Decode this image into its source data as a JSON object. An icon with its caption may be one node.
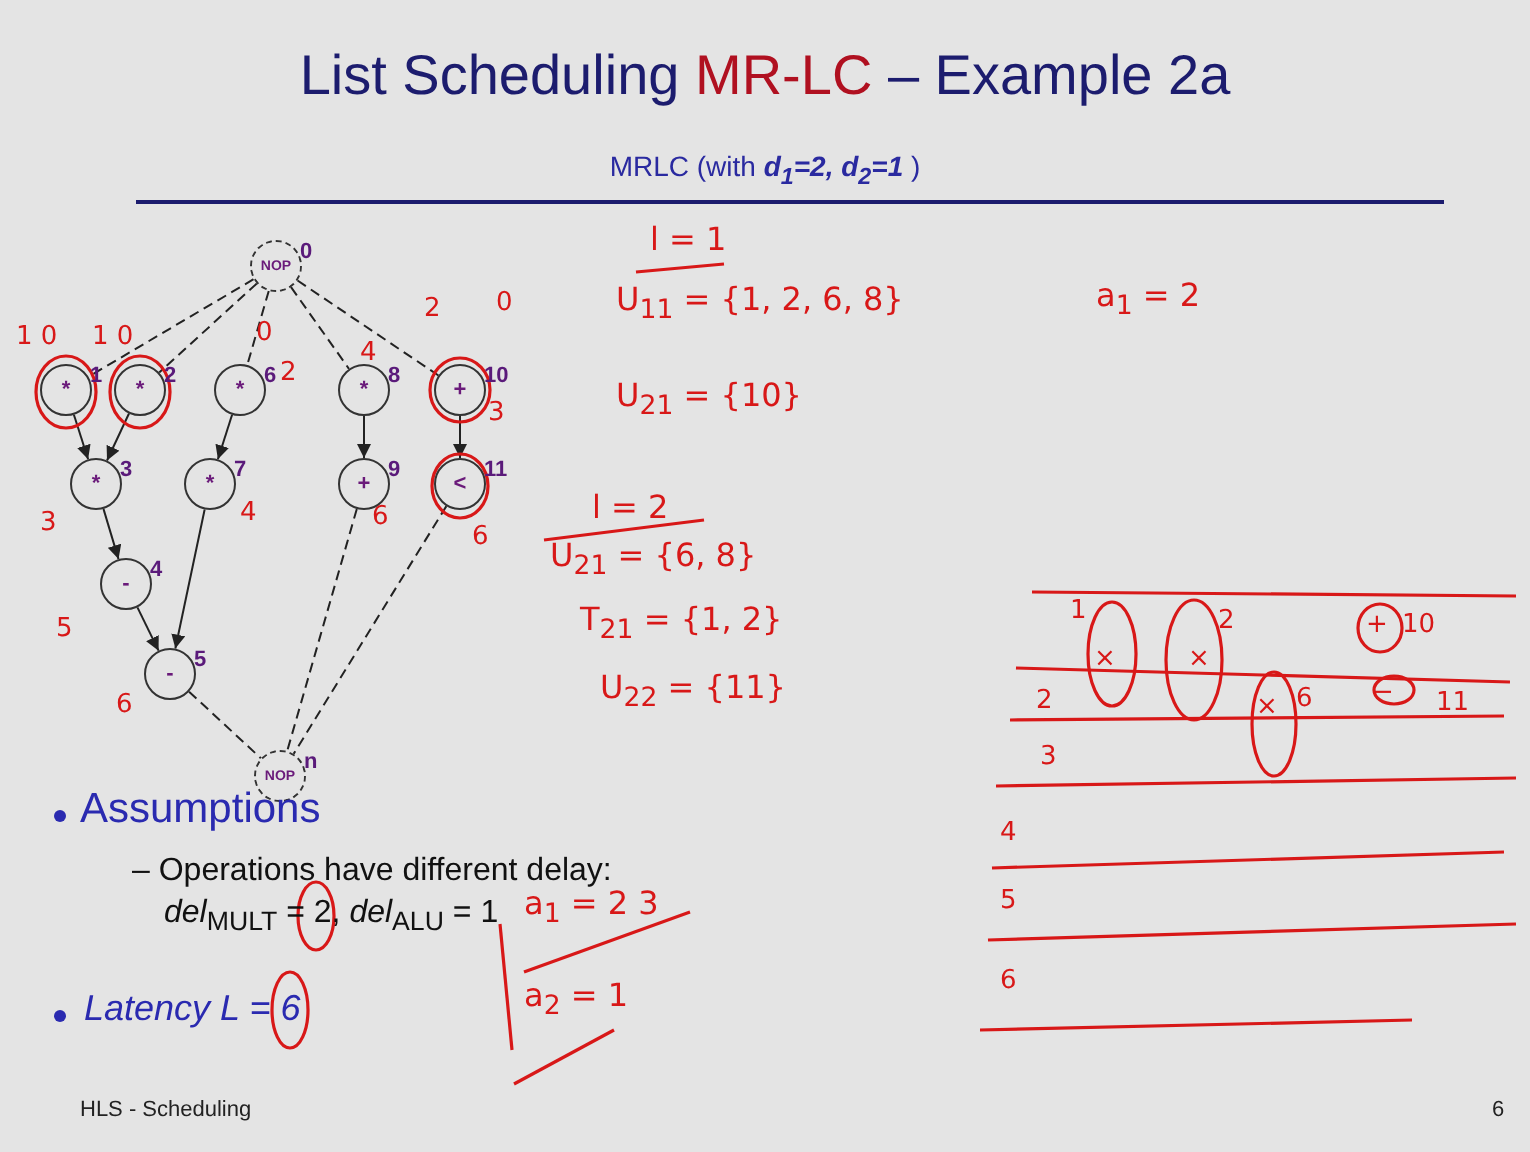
{
  "diagram": {
    "title": "List Scheduling **MR-LC** – Example 2a",
    "caption": "MRLC (with **d$_{1}$=2, d$_{2}$=1** )",
    "nodes": [
      {
        "text": [
          "NOP"
        ],
        "beside": [
          "0"
        ]
      },
      {
        "text": [
          "*"
        ],
        "beside": [
          "1"
        ]
      },
      {
        "text": [
          "*"
        ],
        "beside": [
          "2"
        ]
      },
      {
        "text": [
          "*"
        ],
        "beside": [
          "6"
        ]
      },
      {
        "text": [
          "*"
        ],
        "beside": [
          "8"
        ]
      },
      {
        "text": [
          "+"
        ],
        "beside": [
          "10"
        ]
      },
      {
        "text": [
          "*"
        ],
        "beside": [
          "3"
        ]
      },
      {
        "text": [
          "*"
        ],
        "beside": [
          "7"
        ]
      },
      {
        "text": [
          "+"
        ],
        "beside": [
          "9"
        ]
      },
      {
        "text": [
          "<"
        ],
        "beside": [
          "11"
        ]
      },
      {
        "text": [
          "-"
        ],
        "beside": [
          "4"
        ]
      },
      {
        "text": [
          "-"
        ],
        "beside": [
          "5"
        ]
      },
      {
        "text": [
          "NOP"
        ],
        "beside": [
          "n"
        ]
      }
    ],
    "edges": [
      {
        "from": 0,
        "to": 1,
        "arrow": "none",
        "style": "dashed"
      },
      {
        "from": 0,
        "to": 2,
        "arrow": "none",
        "style": "dashed"
      },
      {
        "from": 0,
        "to": 3,
        "arrow": "none",
        "style": "dashed"
      },
      {
        "from": 0,
        "to": 4,
        "arrow": "none",
        "style": "dashed"
      },
      {
        "from": 0,
        "to": 5,
        "arrow": "none",
        "style": "dashed"
      },
      {
        "from": 1,
        "to": 6,
        "arrow": "to"
      },
      {
        "from": 2,
        "to": 6,
        "arrow": "to"
      },
      {
        "from": 3,
        "to": 7,
        "arrow": "to"
      },
      {
        "from": 4,
        "to": 8,
        "arrow": "to"
      },
      {
        "from": 5,
        "to": 9,
        "arrow": "to"
      },
      {
        "from": 6,
        "to": 10,
        "arrow": "to"
      },
      {
        "from": 10,
        "to": 11,
        "arrow": "to"
      },
      {
        "from": 7,
        "to": 11,
        "arrow": "to"
      },
      {
        "from": 11,
        "to": 12,
        "arrow": "none",
        "style": "dashed"
      },
      {
        "from": 8,
        "to": 12,
        "arrow": "none",
        "style": "dashed"
      },
      {
        "from": 9,
        "to": 12,
        "arrow": "none",
        "style": "dashed"
      }
    ],
    "labels": [
      "Assumptions",
      "– Operations have different delay:",
      "*del*$_{MULT}$ = 2, *del*$_{ALU}$ = 1",
      "Latency L = 6",
      "HLS - Scheduling",
      "6",
      "1 0",
      "1 0",
      "0",
      "2",
      "4",
      "2",
      "0",
      "3",
      "3",
      "4",
      "6",
      "6",
      "5",
      "6",
      "l = 1",
      "U$_{11}$ = {1, 2, 6, 8}",
      "U$_{21}$ = {10}",
      "a$_{1}$ = 2",
      "l = 2",
      "U$_{21}$ = {6, 8}",
      "T$_{21}$ = {1, 2}",
      "U$_{22}$ = {11}",
      "a$_{1}$ = 2 3",
      "a$_{2}$ = 1",
      "1",
      "2",
      "3",
      "4",
      "5",
      "6",
      "×",
      "×",
      "2",
      "×",
      "6",
      "+",
      "10",
      "−",
      "11"
    ]
  }
}
